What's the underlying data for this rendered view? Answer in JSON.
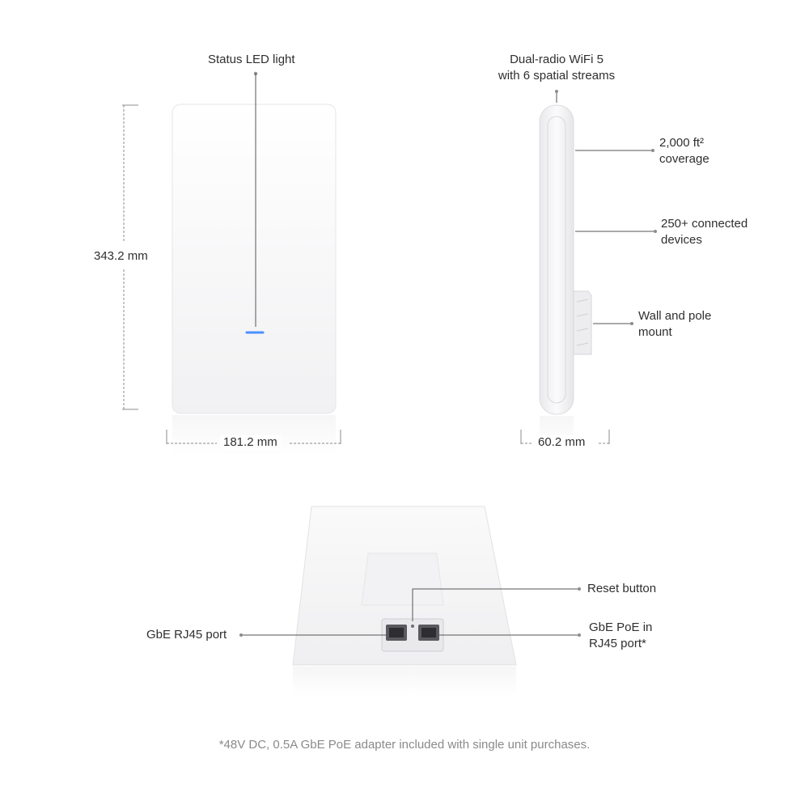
{
  "front_view": {
    "status_led_label": "Status LED light",
    "height_dimension": "343.2 mm",
    "width_dimension": "181.2 mm"
  },
  "side_view": {
    "wifi_label_line1": "Dual-radio WiFi 5",
    "wifi_label_line2": "with 6 spatial streams",
    "coverage_line1": "2,000 ft²",
    "coverage_line2": "coverage",
    "devices_line1": "250+ connected",
    "devices_line2": "devices",
    "mount_line1": "Wall and pole",
    "mount_line2": "mount",
    "depth_dimension": "60.2 mm"
  },
  "bottom_view": {
    "reset_label": "Reset button",
    "rj45_label": "GbE RJ45 port",
    "poe_line1": "GbE PoE in",
    "poe_line2": "RJ45 port*"
  },
  "footnote": "*48V DC, 0.5A GbE PoE adapter included with single unit purchases.",
  "colors": {
    "led": "#4a90ff",
    "callout": "#8c8c8c",
    "device": "#f7f7f8",
    "device_edge": "#e4e4e6"
  }
}
